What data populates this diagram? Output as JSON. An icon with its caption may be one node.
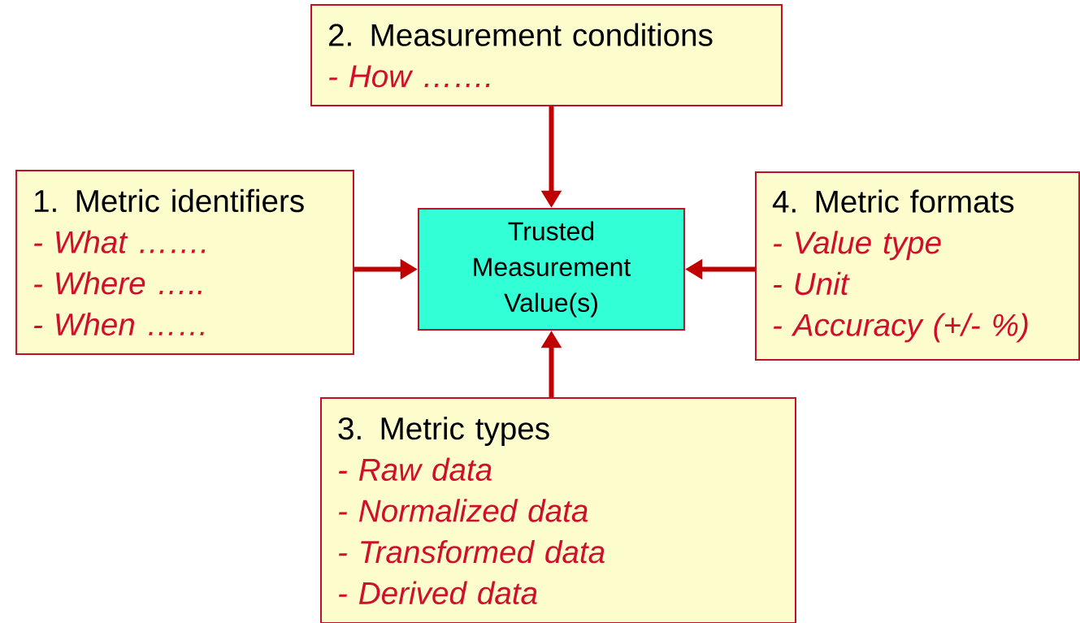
{
  "diagram": {
    "nodes": [
      {
        "text": [
          "2. Measurement conditions",
          "- How ……."
        ]
      },
      {
        "text": [
          "1. Metric identifiers",
          "- What …….",
          "- Where …..",
          "- When ……"
        ]
      },
      {
        "text": [
          "Trusted Measurement Value(s)"
        ]
      },
      {
        "text": [
          "4. Metric formats",
          "- Value type",
          "- Unit",
          "- Accuracy (+/- %)"
        ]
      },
      {
        "text": [
          "3. Metric types",
          "- Raw data",
          "- Normalized data",
          "- Transformed data",
          "- Derived data"
        ]
      }
    ],
    "edges": [
      {
        "from": 0,
        "to": 2,
        "arrow": "to"
      },
      {
        "from": 1,
        "to": 2,
        "arrow": "to"
      },
      {
        "from": 3,
        "to": 2,
        "arrow": "to"
      },
      {
        "from": 4,
        "to": 2,
        "arrow": "to"
      }
    ]
  }
}
